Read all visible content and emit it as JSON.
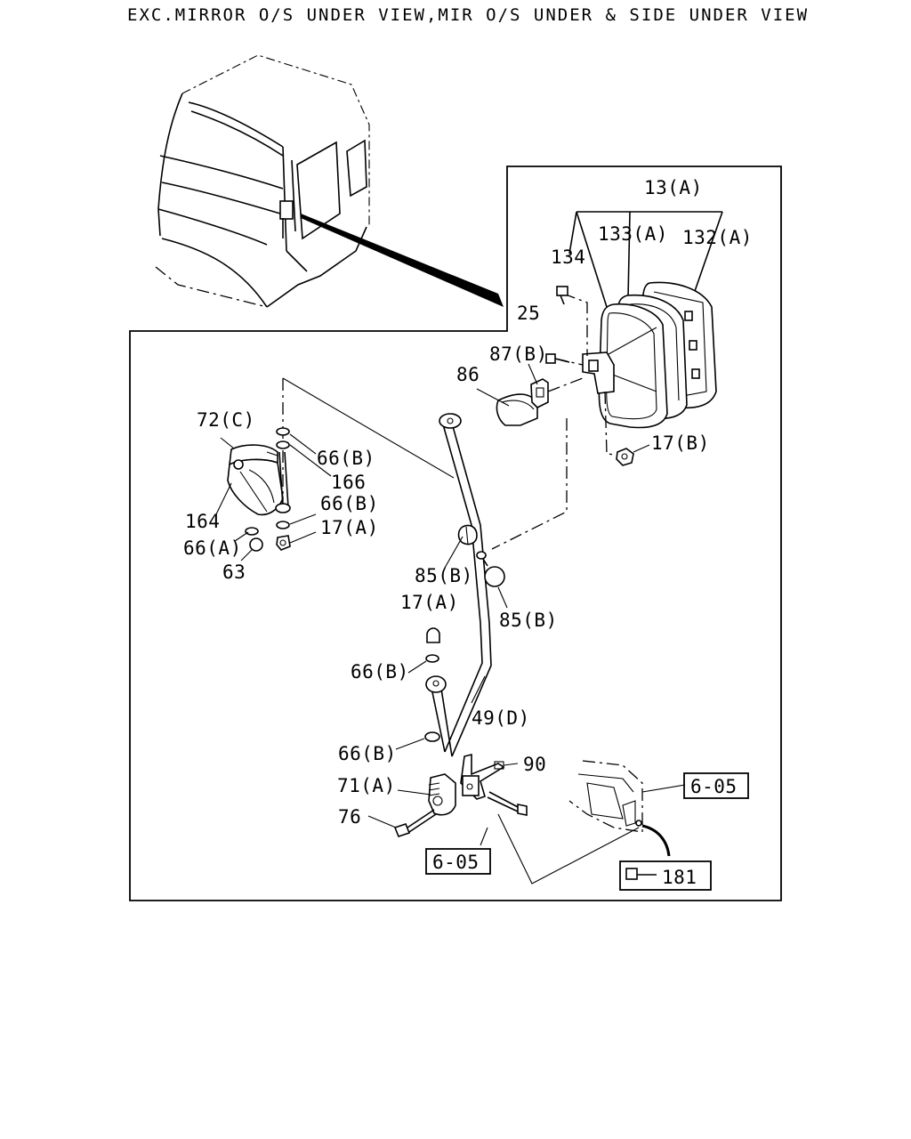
{
  "title": "EXC.MIRROR O/S UNDER VIEW,MIR O/S UNDER & SIDE UNDER VIEW",
  "labels": {
    "l_13A": "13(A)",
    "l_133A": "133(A)",
    "l_132A": "132(A)",
    "l_134": "134",
    "l_25": "25",
    "l_87B": "87(B)",
    "l_86": "86",
    "l_17B": "17(B)",
    "l_72C": "72(C)",
    "l_66B_1": "66(B)",
    "l_166": "166",
    "l_66B_2": "66(B)",
    "l_17A_1": "17(A)",
    "l_164": "164",
    "l_66A": "66(A)",
    "l_63": "63",
    "l_85B_1": "85(B)",
    "l_85B_2": "85(B)",
    "l_17A_2": "17(A)",
    "l_66B_3": "66(B)",
    "l_49D": "49(D)",
    "l_66B_4": "66(B)",
    "l_90": "90",
    "l_71A": "71(A)",
    "l_76": "76",
    "ref_605_a": "6-05",
    "ref_605_b": "6-05",
    "ref_181": "181"
  }
}
